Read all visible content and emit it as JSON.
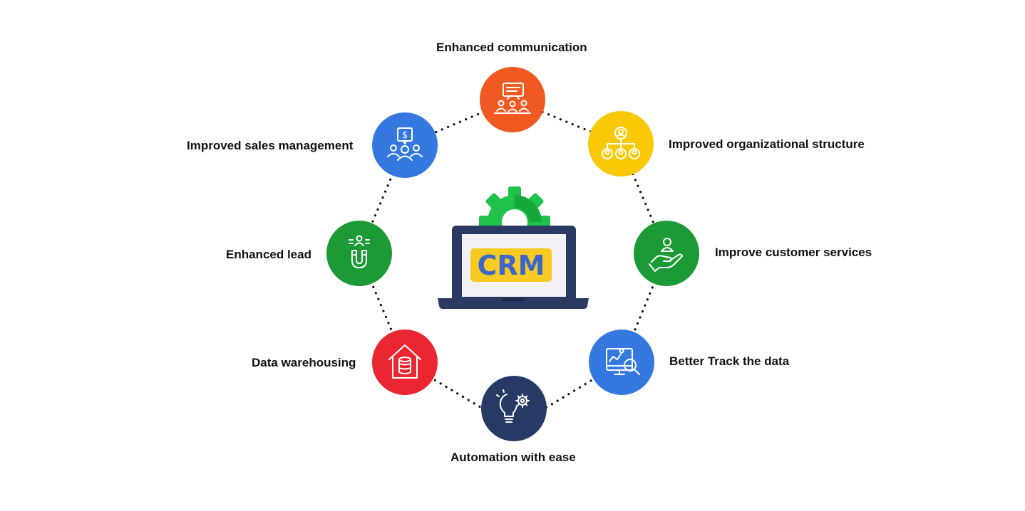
{
  "center": {
    "logo_text": "CRM",
    "colors": {
      "gear": "#20c24a",
      "laptop_frame": "#2b3a63",
      "screen": "#f3f1f5",
      "badge": "#f8cb22",
      "badge_text": "#3a67c9"
    }
  },
  "benefits": [
    {
      "label": "Enhanced communication",
      "icon": "meeting-presentation-icon",
      "color": "#f05a22"
    },
    {
      "label": "Improved organizational structure",
      "icon": "org-chart-icon",
      "color": "#f9c806"
    },
    {
      "label": "Improve customer services",
      "icon": "hand-person-icon",
      "color": "#1b9a35"
    },
    {
      "label": "Better Track the data",
      "icon": "monitor-magnifier-icon",
      "color": "#3579e0"
    },
    {
      "label": "Automation with ease",
      "icon": "bulb-gear-icon",
      "color": "#273a66"
    },
    {
      "label": "Data warehousing",
      "icon": "house-database-icon",
      "color": "#ea2630"
    },
    {
      "label": "Enhanced lead",
      "icon": "magnet-person-icon",
      "color": "#1b9a35"
    },
    {
      "label": "Improved sales management",
      "icon": "sales-team-icon",
      "color": "#3579e0"
    }
  ]
}
